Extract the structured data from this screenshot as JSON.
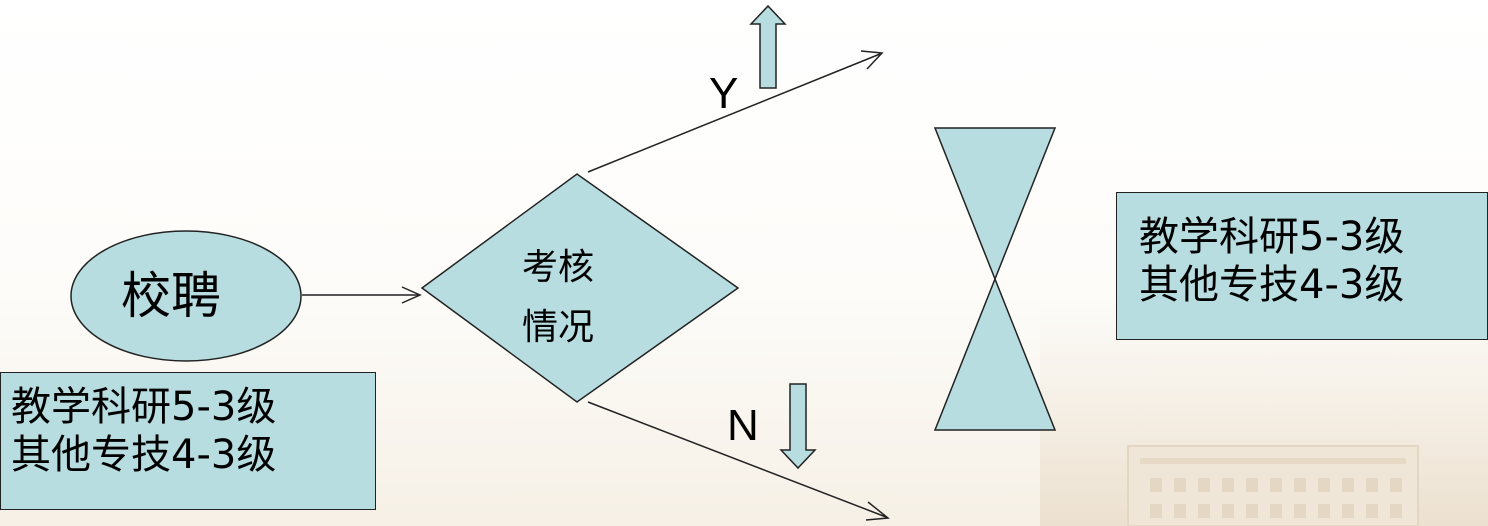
{
  "start_node": {
    "label": "校聘"
  },
  "decision_node": {
    "line1": "考核",
    "line2": "情况"
  },
  "branch_yes": {
    "label": "Y"
  },
  "branch_no": {
    "label": "N"
  },
  "left_box": {
    "line1": "教学科研5-3级",
    "line2": "其他专技4-3级"
  },
  "right_box": {
    "line1": "教学科研5-3级",
    "line2": "其他专技4-3级"
  },
  "colors": {
    "shape_fill": "#b7dde1",
    "stroke": "#222222",
    "text": "#000000"
  },
  "icons": [
    "up-arrow-icon",
    "down-arrow-icon",
    "hourglass-icon"
  ]
}
